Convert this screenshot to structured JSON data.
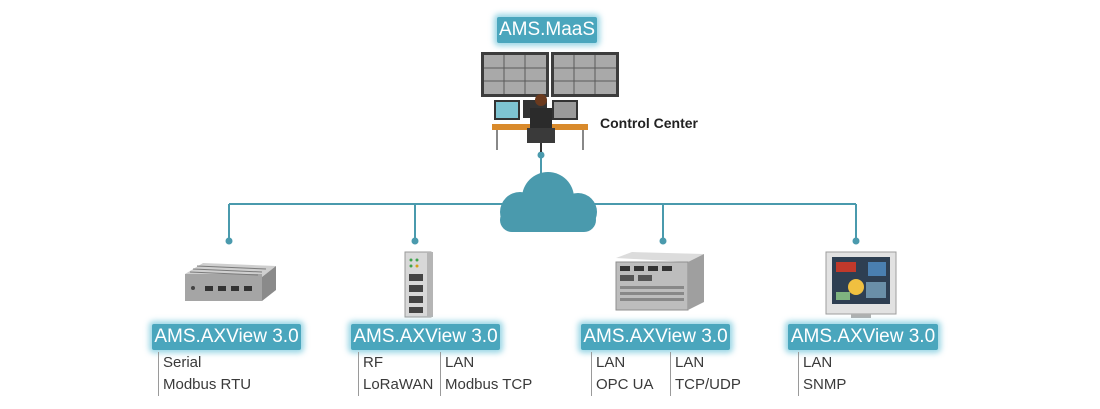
{
  "header": {
    "title": "AMS.MaaS"
  },
  "control_center": {
    "label": "Control Center"
  },
  "network": {
    "icon": "cloud-icon",
    "color": "#4a9aad"
  },
  "devices": [
    {
      "title": "AMS.AXView 3.0",
      "icon": "fanless-embedded-pc-icon",
      "protocols": [
        [
          "Serial",
          "Modbus RTU"
        ]
      ]
    },
    {
      "title": "AMS.AXView 3.0",
      "icon": "din-rail-gateway-icon",
      "protocols": [
        [
          "RF",
          "LoRaWAN"
        ],
        [
          "LAN",
          "Modbus TCP"
        ]
      ]
    },
    {
      "title": "AMS.AXView 3.0",
      "icon": "embedded-box-pc-icon",
      "protocols": [
        [
          "LAN",
          "OPC UA"
        ],
        [
          "LAN",
          "TCP/UDP"
        ]
      ]
    },
    {
      "title": "AMS.AXView 3.0",
      "icon": "touch-panel-pc-icon",
      "protocols": [
        [
          "LAN",
          "SNMP"
        ]
      ]
    }
  ],
  "colors": {
    "accent": "#4aa6bd",
    "line": "#4a9aad",
    "text": "#3a3a3a"
  }
}
